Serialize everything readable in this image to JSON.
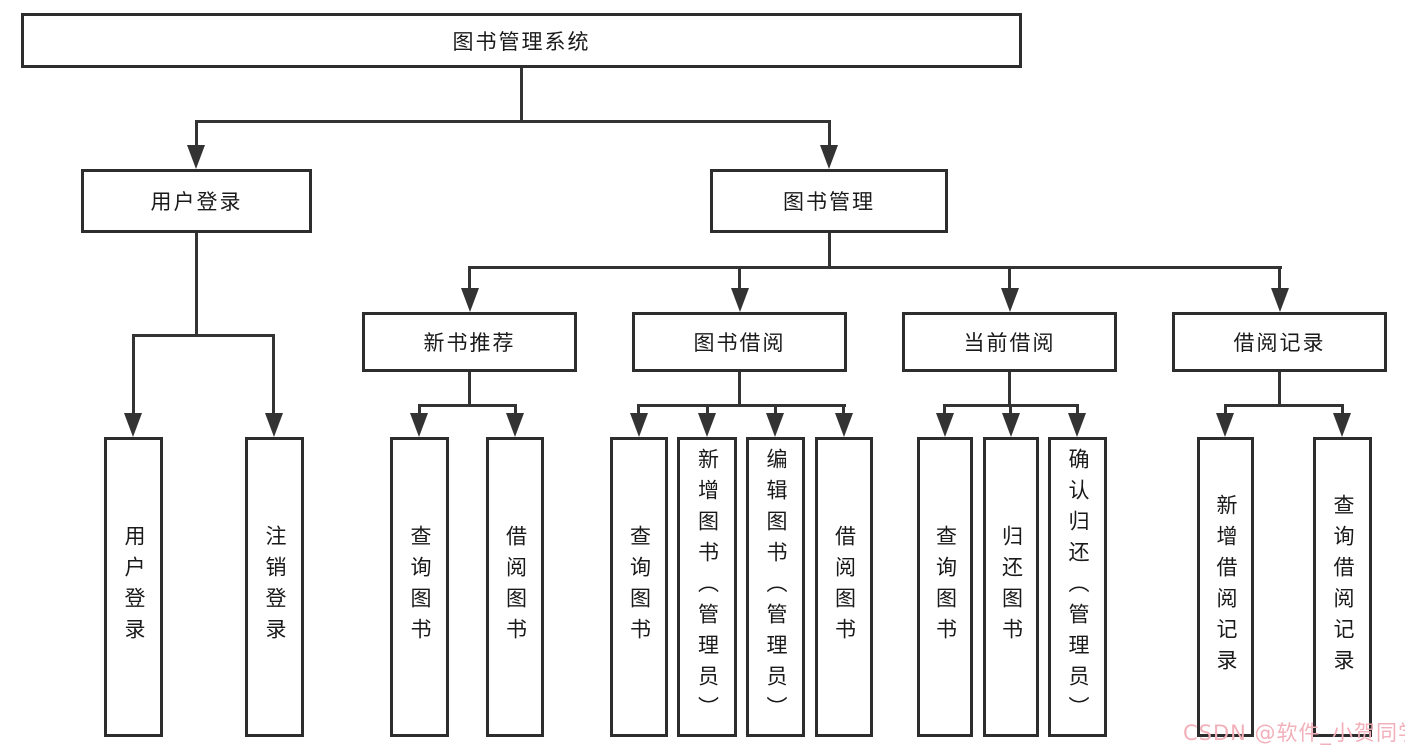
{
  "diagram": {
    "root": "图书管理系统",
    "user_login": {
      "label": "用户登录",
      "children": [
        "用户登录",
        "注销登录"
      ]
    },
    "book_mgmt": {
      "label": "图书管理",
      "new_book": {
        "label": "新书推荐",
        "children": [
          "查询图书",
          "借阅图书"
        ]
      },
      "borrow": {
        "label": "图书借阅",
        "children": [
          "查询图书",
          "新增图书（管理员）",
          "编辑图书（管理员）",
          "借阅图书"
        ]
      },
      "current": {
        "label": "当前借阅",
        "children": [
          "查询图书",
          "归还图书",
          "确认归还（管理员）"
        ]
      },
      "record": {
        "label": "借阅记录",
        "children": [
          "新增借阅记录",
          "查询借阅记录"
        ]
      }
    }
  },
  "watermark": "CSDN @软件_小贺同学",
  "colors": {
    "border": "#2d2d2d",
    "line": "#333333",
    "text": "#1a1a1a",
    "watermark": "#f2b0ba",
    "background": "#ffffff"
  }
}
